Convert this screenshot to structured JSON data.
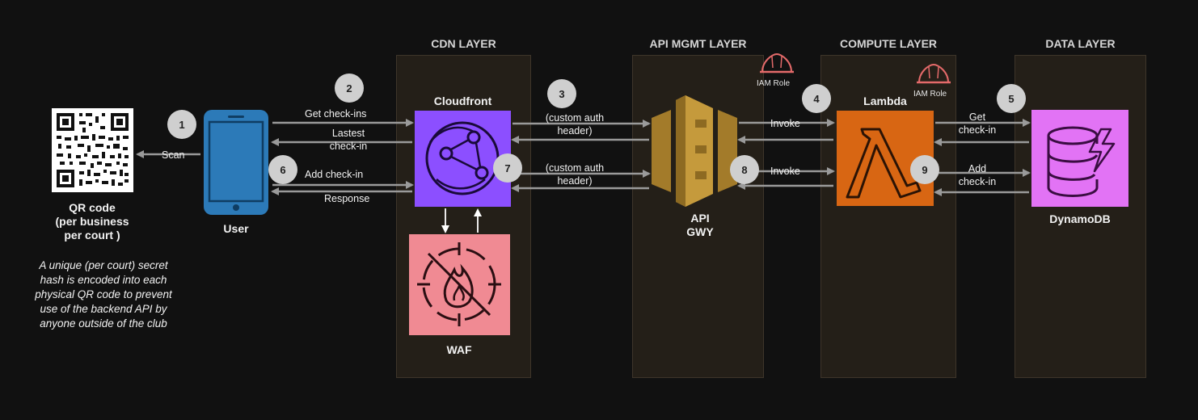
{
  "layers": {
    "cdn": "CDN LAYER",
    "api_mgmt": "API MGMT LAYER",
    "compute": "COMPUTE LAYER",
    "data": "DATA LAYER"
  },
  "nodes": {
    "qr": {
      "title_1": "QR code",
      "title_2": "(per business",
      "title_3": "per court )"
    },
    "user": "User",
    "cloudfront": "Cloudfront",
    "waf": "WAF",
    "apigw_1": "API",
    "apigw_2": "GWY",
    "lambda": "Lambda",
    "dynamodb": "DynamoDB"
  },
  "iam_role": "IAM Role",
  "steps": [
    "1",
    "2",
    "3",
    "4",
    "5",
    "6",
    "7",
    "8",
    "9"
  ],
  "edges": {
    "scan": "Scan",
    "get_checkins": "Get check-ins",
    "latest_1": "Lastest",
    "latest_2": "check-in",
    "add_checkin": "Add check-in",
    "response": "Response",
    "custom_auth_1": "(custom auth",
    "custom_auth_2": "header)",
    "invoke": "Invoke",
    "get_1": "Get",
    "get_2": "check-in",
    "add_1": "Add",
    "add_2": "check-in"
  },
  "note": "A unique (per court) secret hash is encoded into each physical QR code to prevent use of the backend API by anyone outside of the club",
  "colors": {
    "cloudfront": "#8c4fff",
    "waf": "#f08a93",
    "apigw": "#c59a3c",
    "lambda": "#d86613",
    "dynamodb": "#e273f5",
    "phone": "#2c7ab8",
    "step": "#cfcfcf",
    "arrow": "#9a9a9a"
  }
}
